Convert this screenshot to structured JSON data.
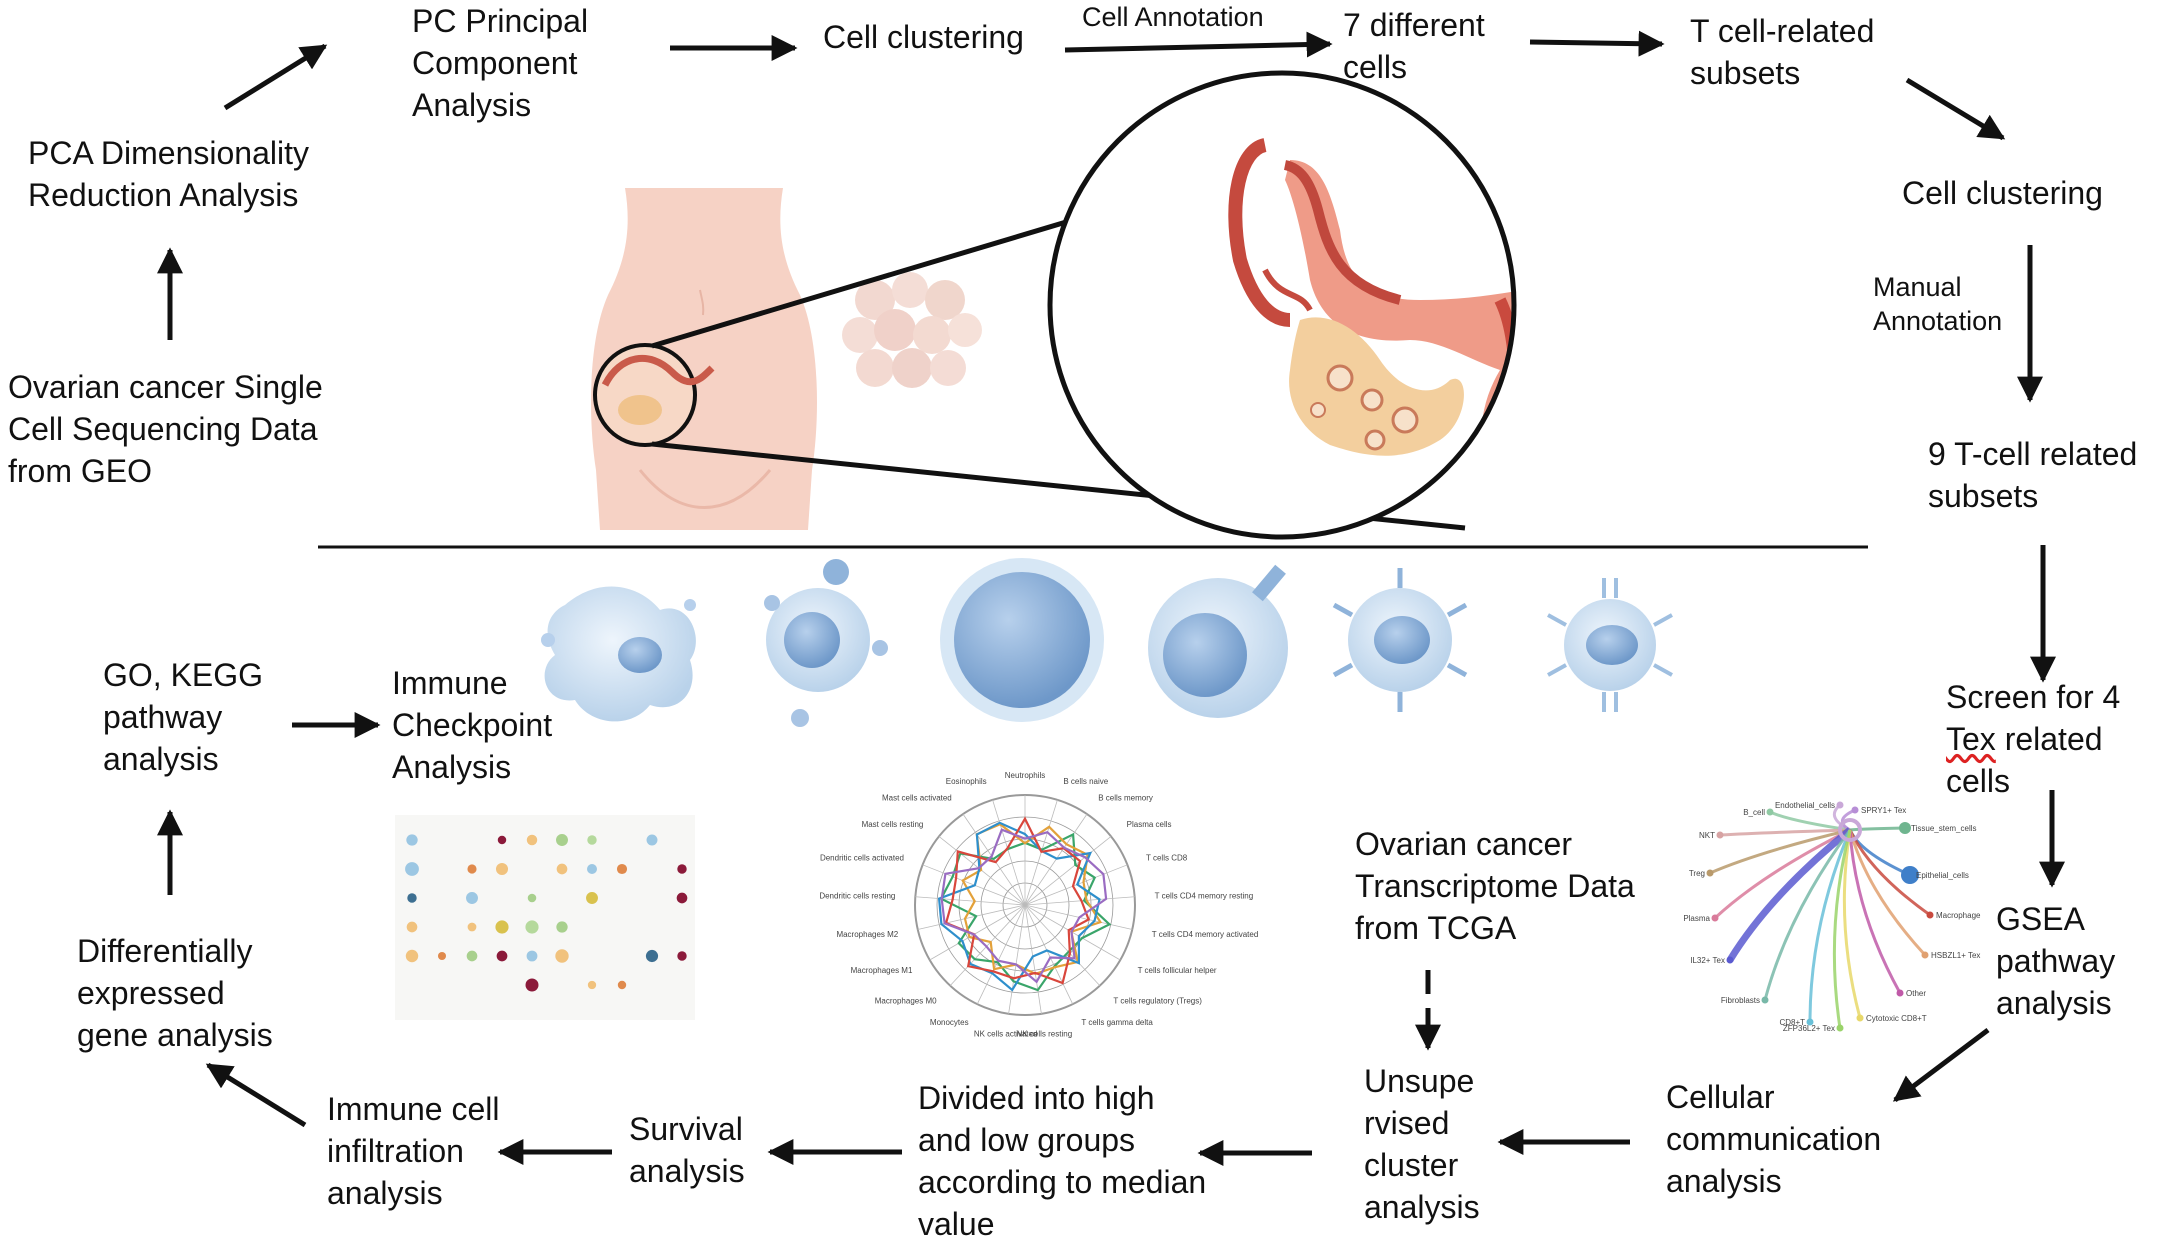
{
  "steps": {
    "geo": "Ovarian cancer Single\nCell Sequencing Data\nfrom GEO",
    "pca_dim": "PCA Dimensionality\nReduction Analysis",
    "pc_principal": "PC Principal\nComponent\nAnalysis",
    "cell_clustering_1": "Cell clustering",
    "cell_annotation": "Cell Annotation",
    "seven_cells": "7 different\ncells",
    "t_subsets": "T cell-related\nsubsets",
    "cell_clustering_2": "Cell clustering",
    "manual_annotation": "Manual\nAnnotation",
    "nine_t_subsets": "9 T-cell related\nsubsets",
    "screen_tex_a": "Screen for 4",
    "screen_tex_b": "Tex",
    "screen_tex_c": " related\ncells",
    "gsea": "GSEA\npathway\nanalysis",
    "cell_comm": "Cellular\ncommunication\nanalysis",
    "unsupervised": "Unsupe\nrvised\ncluster\nanalysis",
    "tcga": "Ovarian cancer\nTranscriptome Data\nfrom TCGA",
    "divided": "Divided into high\nand low groups\naccording to median\nvalue",
    "survival": "Survival\nanalysis",
    "immune_infiltration": "Immune cell\ninfiltration\nanalysis",
    "deg": "Differentially\nexpressed\ngene analysis",
    "go_kegg": "GO, KEGG\npathway\nanalysis",
    "checkpoint": "Immune\nCheckpoint\nAnalysis"
  },
  "radar_labels": [
    "Neutrophils",
    "B cells naive",
    "B cells memory",
    "Plasma cells",
    "T cells CD8",
    "T cells CD4 memory resting",
    "T cells CD4 memory activated",
    "T cells follicular helper",
    "T cells regulatory (Tregs)",
    "T cells gamma delta",
    "NK cells resting",
    "NK cells activated",
    "Monocytes",
    "Macrophages M0",
    "Macrophages M1",
    "Macrophages M2",
    "Dendritic cells resting",
    "Dendritic cells activated",
    "Mast cells resting",
    "Mast cells activated",
    "Eosinophils"
  ],
  "network_labels": [
    "Endothelial_cells",
    "B_cell",
    "SPRY1+ Tex",
    "NKT",
    "Tissue_stem_cells",
    "Treg",
    "Epithelial_cells",
    "Plasma",
    "Macrophage",
    "IL32+ Tex",
    "HSBZL1+ Tex",
    "Other",
    "Fibroblasts",
    "CD8+T",
    "Cytotoxic CD8+T",
    "ZFP36L2+ Tex"
  ],
  "colors": {
    "arrow": "#111111",
    "skin": "#f6d2c5",
    "tissue": "#f2c9a8",
    "cell_fill": "#cfe0f1",
    "cell_nucleus": "#8fb3da",
    "radar_series": [
      "#3aa56a",
      "#e3a13a",
      "#2e8fcc",
      "#d9463c",
      "#9a6cc2"
    ]
  }
}
